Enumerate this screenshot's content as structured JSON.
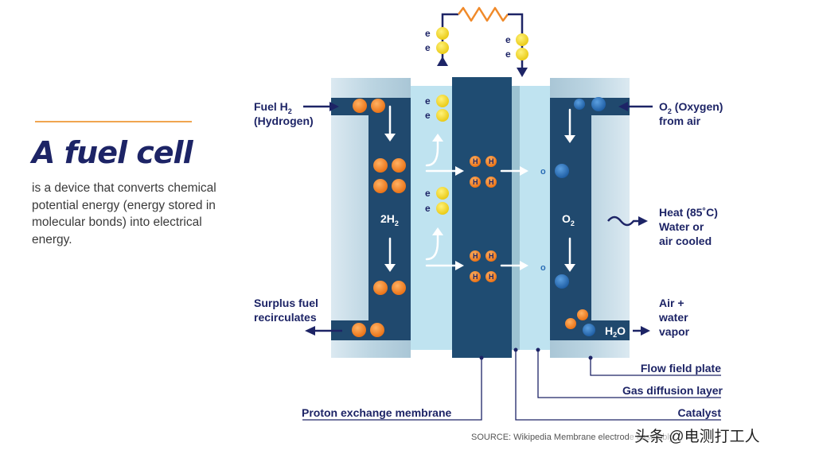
{
  "intro": {
    "title": "A fuel cell",
    "description": "is a device that converts chemical potential energy (energy stored in molecular bonds) into electrical energy."
  },
  "labels": {
    "fuel_main": "Fuel H",
    "fuel_sub": "2",
    "fuel_name": "(Hydrogen)",
    "oxygen_main": "O",
    "oxygen_sub": "2",
    "oxygen_rest": " (Oxygen)",
    "oxygen_line2": "from air",
    "heat_line1": "Heat (85˚C)",
    "heat_line2": "Water or",
    "heat_line3": "air  cooled",
    "surplus_line1": "Surplus fuel",
    "surplus_line2": "recirculates",
    "air_line1": "Air +",
    "air_line2": "water",
    "air_line3": "vapor",
    "h2_main": "2H",
    "h2_sub": "2",
    "o2_main": "O",
    "o2_sub": "2",
    "h2o_main": "H",
    "h2o_sub": "2",
    "h2o_end": "O",
    "flow_field_plate": "Flow field plate",
    "gas_diffusion_layer": "Gas diffusion layer",
    "catalyst": "Catalyst",
    "proton_exchange_membrane": "Proton exchange membrane",
    "electron": "e",
    "oxygen_atom": "o",
    "proton": "H"
  },
  "source": "SOURCE: Wikipedia Membrane electrode assembly",
  "watermark": "头条 @电测打工人",
  "colors": {
    "navy": "#1d2466",
    "membrane": "#1f4c72",
    "channel": "#20496e",
    "plate_light": "#d3e3ec",
    "plate_mid": "#a8c6d6",
    "gdl": "#b9e0ee",
    "hydrogen": "#f07e21",
    "electron": "#f2d319",
    "oxygen": "#2a6db5",
    "resistor": "#f08a2a",
    "accent_rule": "#f0a550"
  }
}
